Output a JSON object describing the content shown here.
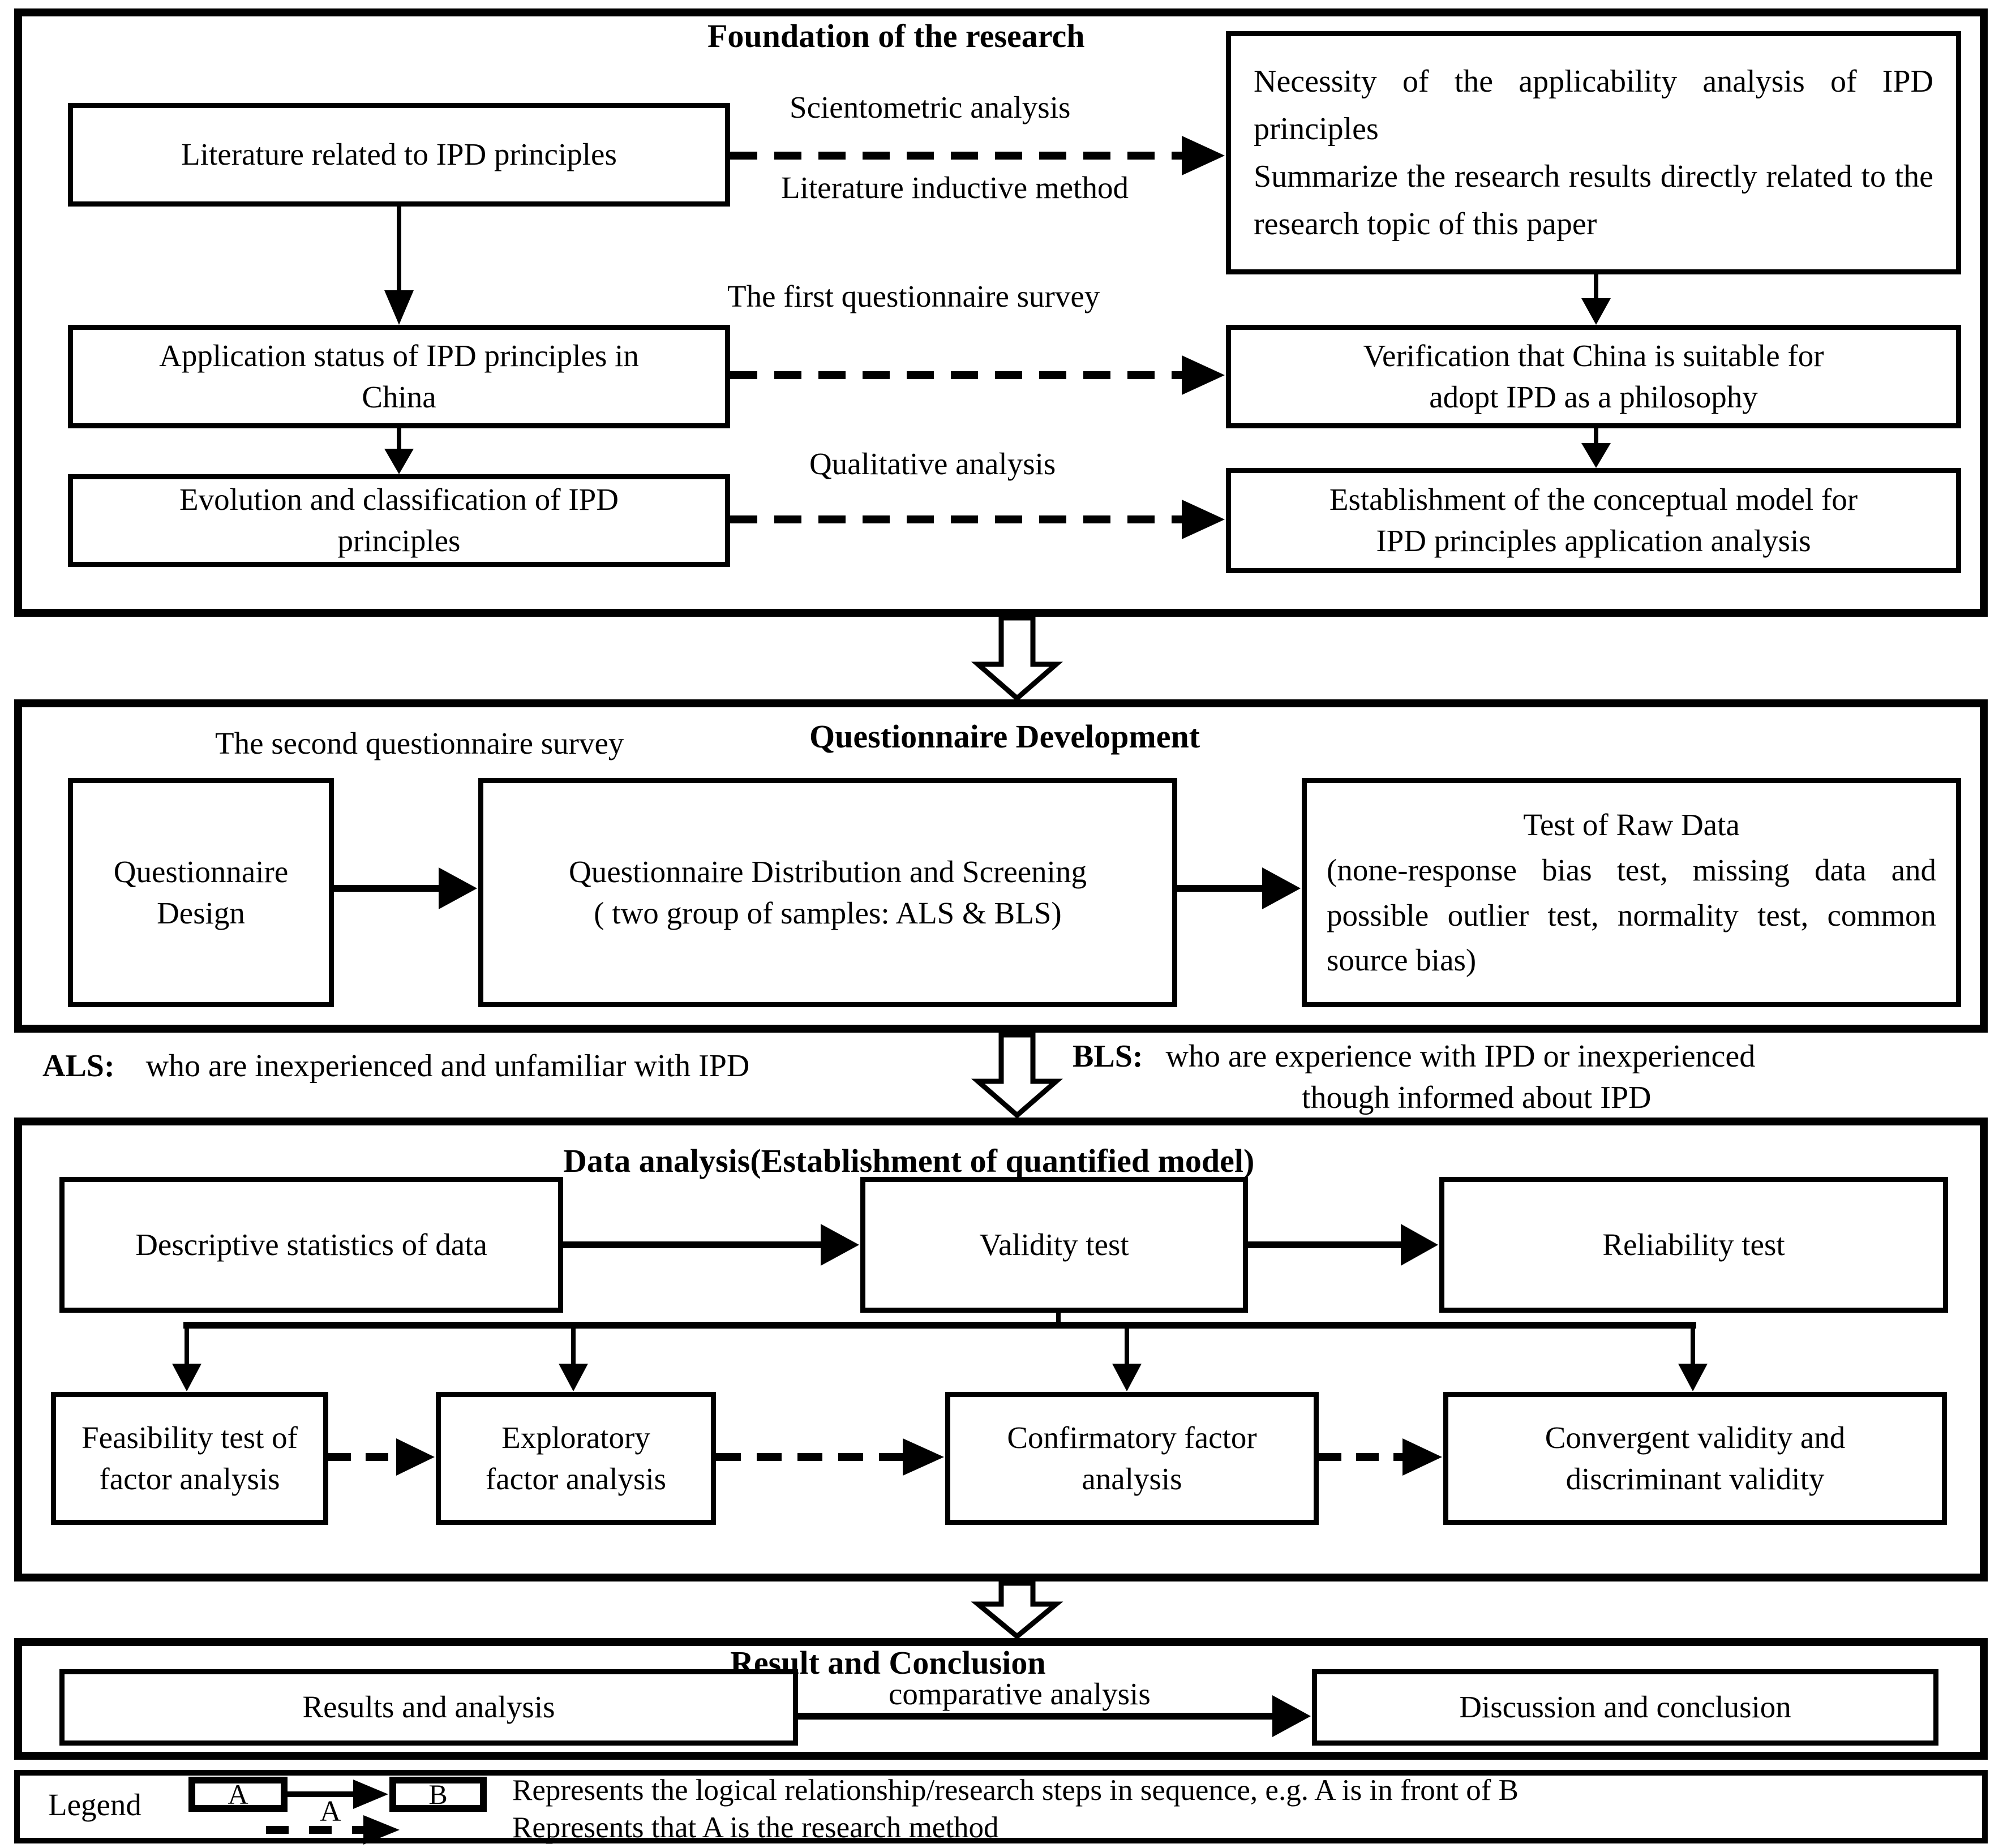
{
  "diagram": {
    "foundation": {
      "title": "Foundation of the research",
      "box_literature": "Literature related to IPD principles",
      "box_application_line1": "Application status of IPD principles in",
      "box_application_line2": "China",
      "box_evolution_line1": "Evolution and classification of IPD",
      "box_evolution_line2": "principles",
      "box_necessity_p1": "Necessity of the applicability analysis of IPD principles",
      "box_necessity_p2": "Summarize the research results directly related to the research topic of this paper",
      "box_verification_line1": "Verification that China is suitable for",
      "box_verification_line2": "adopt IPD as a philosophy",
      "box_establishment_line1": "Establishment of the conceptual model for",
      "box_establishment_line2": "IPD principles application analysis",
      "label_scientometric": "Scientometric analysis",
      "label_inductive": "Literature inductive method",
      "label_first_survey": "The first questionnaire survey",
      "label_qualitative": "Qualitative analysis"
    },
    "questionnaire": {
      "title": "Questionnaire Development",
      "label_second_survey": "The second questionnaire survey",
      "box_design_line1": "Questionnaire",
      "box_design_line2": "Design",
      "box_distribution_line1": "Questionnaire Distribution and Screening",
      "box_distribution_line2": "( two group of samples: ALS & BLS)",
      "box_rawdata_title": "Test of Raw Data",
      "box_rawdata_body": "(none-response bias test, missing data and possible outlier test, normality test, common source bias)"
    },
    "notes": {
      "als_prefix": "ALS:",
      "als_text": "who are inexperienced and unfamiliar with IPD",
      "bls_prefix": "BLS:",
      "bls_text": "who are experience with IPD or inexperienced",
      "bls_text2": "though informed about IPD"
    },
    "analysis": {
      "title": "Data analysis(Establishment of quantified model)",
      "box_descriptive": "Descriptive statistics of data",
      "box_validity": "Validity test",
      "box_reliability": "Reliability test",
      "box_feasibility_line1": "Feasibility test of",
      "box_feasibility_line2": "factor analysis",
      "box_exploratory_line1": "Exploratory",
      "box_exploratory_line2": "factor analysis",
      "box_confirmatory_line1": "Confirmatory factor",
      "box_confirmatory_line2": "analysis",
      "box_convergent_line1": "Convergent validity and",
      "box_convergent_line2": "discriminant validity"
    },
    "result": {
      "title": "Result and Conclusion",
      "label_comparative": "comparative analysis",
      "box_results": "Results and analysis",
      "box_discussion": "Discussion and conclusion"
    },
    "legend": {
      "label": "Legend",
      "box_a": "A",
      "box_b": "B",
      "method_a": "A",
      "line1": "Represents the logical relationship/research steps in sequence, e.g. A is in front of B",
      "line2": "Represents that A is the research method"
    }
  }
}
